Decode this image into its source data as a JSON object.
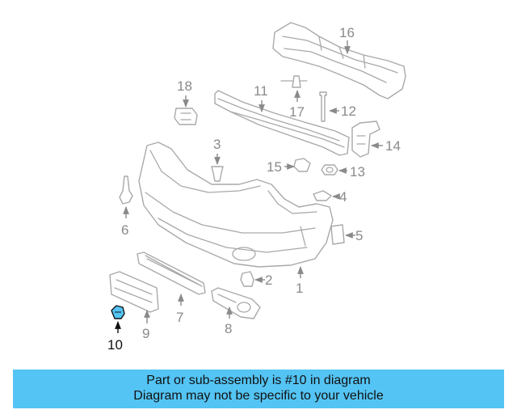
{
  "highlight_color": "#54c4f4",
  "callouts": {
    "c1": "1",
    "c2": "2",
    "c3": "3",
    "c4": "4",
    "c5": "5",
    "c6": "6",
    "c7": "7",
    "c8": "8",
    "c9": "9",
    "c10": "10",
    "c11": "11",
    "c12": "12",
    "c13": "13",
    "c14": "14",
    "c15": "15",
    "c16": "16",
    "c17": "17",
    "c18": "18"
  },
  "banner": {
    "line1": "Part or sub-assembly is #10 in diagram",
    "line2": "Diagram may not be specific to your vehicle"
  }
}
